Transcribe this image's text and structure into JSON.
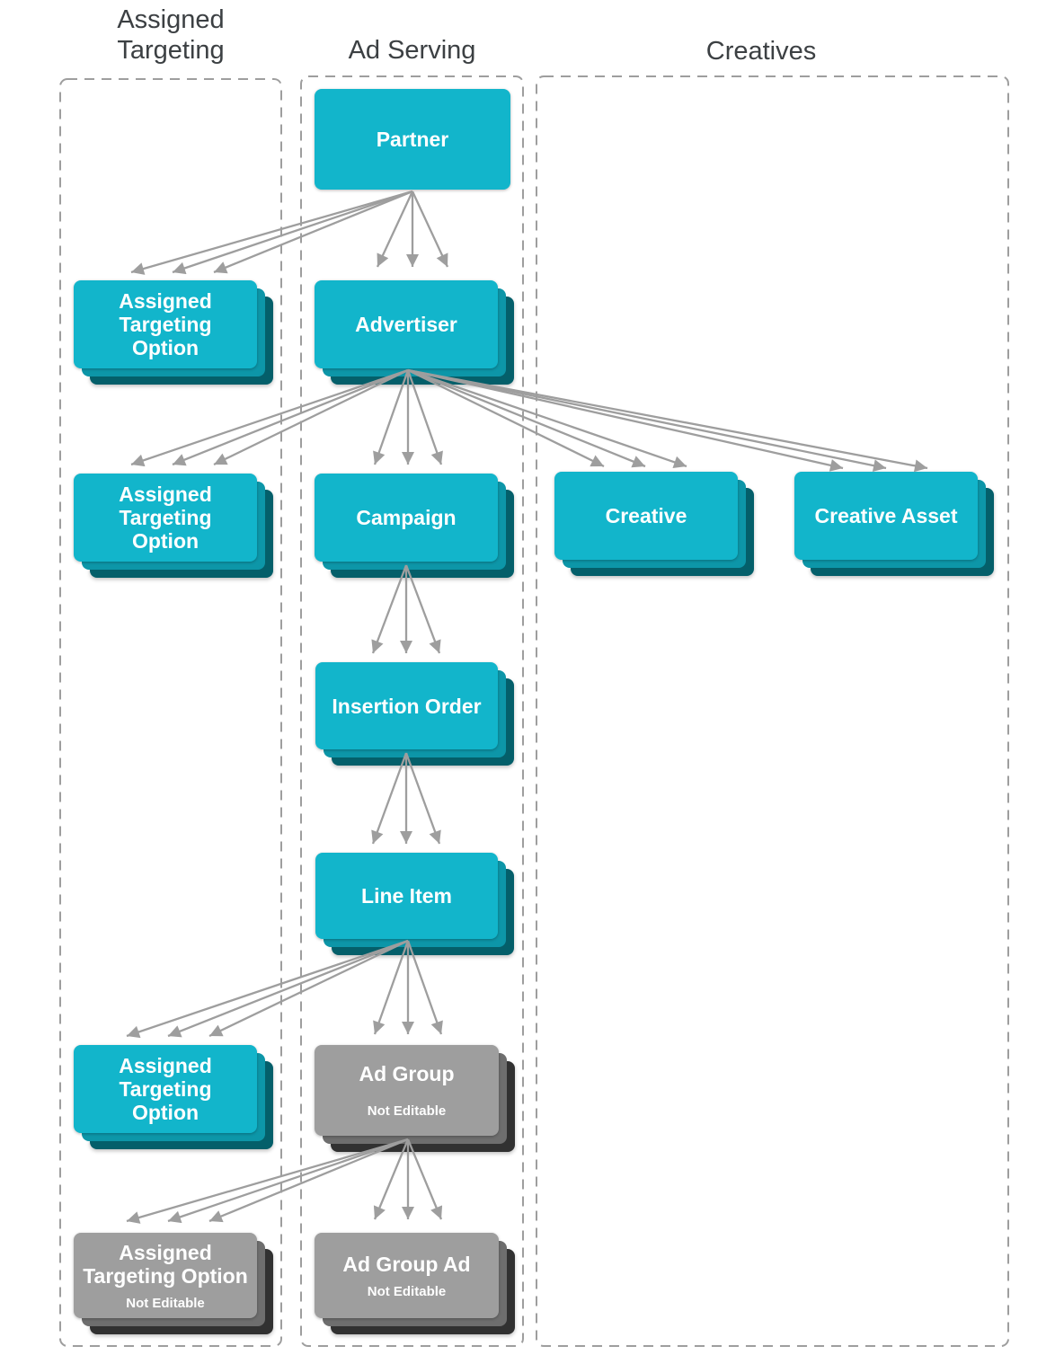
{
  "columns": {
    "assigned_targeting": {
      "title": "Assigned Targeting"
    },
    "ad_serving": {
      "title": "Ad Serving"
    },
    "creatives": {
      "title": "Creatives"
    }
  },
  "nodes": {
    "partner": {
      "label": "Partner",
      "column": "ad_serving",
      "editable": true,
      "stacked": false
    },
    "ato_partner": {
      "label": "Assigned\nTargeting\nOption",
      "column": "assigned_targeting",
      "editable": true,
      "stacked": true
    },
    "advertiser": {
      "label": "Advertiser",
      "column": "ad_serving",
      "editable": true,
      "stacked": true
    },
    "ato_advertiser": {
      "label": "Assigned\nTargeting\nOption",
      "column": "assigned_targeting",
      "editable": true,
      "stacked": true
    },
    "campaign": {
      "label": "Campaign",
      "column": "ad_serving",
      "editable": true,
      "stacked": true
    },
    "creative": {
      "label": "Creative",
      "column": "creatives",
      "editable": true,
      "stacked": true
    },
    "creative_asset": {
      "label": "Creative Asset",
      "column": "creatives",
      "editable": true,
      "stacked": true
    },
    "insertion_order": {
      "label": "Insertion Order",
      "column": "ad_serving",
      "editable": true,
      "stacked": true
    },
    "line_item": {
      "label": "Line Item",
      "column": "ad_serving",
      "editable": true,
      "stacked": true
    },
    "ato_line_item": {
      "label": "Assigned\nTargeting\nOption",
      "column": "assigned_targeting",
      "editable": true,
      "stacked": true
    },
    "ad_group": {
      "label": "Ad Group",
      "note": "Not Editable",
      "column": "ad_serving",
      "editable": false,
      "stacked": true
    },
    "ato_ad_group": {
      "label": "Assigned\nTargeting Option",
      "note": "Not Editable",
      "column": "assigned_targeting",
      "editable": false,
      "stacked": true
    },
    "ad_group_ad": {
      "label": "Ad Group Ad",
      "note": "Not Editable",
      "column": "ad_serving",
      "editable": false,
      "stacked": true
    }
  },
  "edges": [
    {
      "from": "partner",
      "to": "ato_partner"
    },
    {
      "from": "partner",
      "to": "advertiser"
    },
    {
      "from": "advertiser",
      "to": "ato_advertiser"
    },
    {
      "from": "advertiser",
      "to": "campaign"
    },
    {
      "from": "advertiser",
      "to": "creative"
    },
    {
      "from": "advertiser",
      "to": "creative_asset"
    },
    {
      "from": "campaign",
      "to": "insertion_order"
    },
    {
      "from": "insertion_order",
      "to": "line_item"
    },
    {
      "from": "line_item",
      "to": "ato_line_item"
    },
    {
      "from": "line_item",
      "to": "ad_group"
    },
    {
      "from": "ad_group",
      "to": "ato_ad_group"
    },
    {
      "from": "ad_group",
      "to": "ad_group_ad"
    }
  ],
  "arrows_per_edge": 3,
  "colors": {
    "entity_face": "#12b5cb",
    "entity_stack_mid": "#0d96a8",
    "entity_stack_back": "#045f6a",
    "not_editable_face": "#9e9e9e",
    "not_editable_stack_mid": "#6e6e6e",
    "not_editable_stack_back": "#313131",
    "arrow": "#9e9e9e",
    "dashed_border": "#9e9e9e",
    "heading_text": "#3c4043",
    "node_text": "#ffffff",
    "background": "#ffffff"
  }
}
